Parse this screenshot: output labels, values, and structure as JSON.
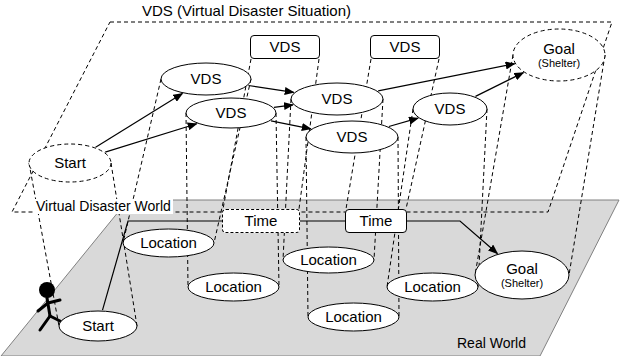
{
  "diagram": {
    "nodes": [
      {
        "text": [
          "Start"
        ]
      },
      {
        "text": [
          "VDS"
        ]
      },
      {
        "text": [
          "VDS"
        ]
      },
      {
        "text": [
          "VDS"
        ]
      },
      {
        "text": [
          "VDS"
        ]
      },
      {
        "text": [
          "VDS"
        ]
      },
      {
        "text": [
          "VDS"
        ]
      },
      {
        "text": [
          "VDS"
        ]
      },
      {
        "text": [
          "Goal",
          "(Shelter)"
        ]
      },
      {
        "text": [
          "Start"
        ]
      },
      {
        "text": [
          "Location"
        ]
      },
      {
        "text": [
          "Location"
        ]
      },
      {
        "text": [
          "Time"
        ]
      },
      {
        "text": [
          "Time"
        ]
      },
      {
        "text": [
          "Location"
        ]
      },
      {
        "text": [
          "Location"
        ]
      },
      {
        "text": [
          "Location"
        ]
      },
      {
        "text": [
          "Goal",
          "(Shelter)"
        ]
      }
    ],
    "edges": [
      {
        "from": 0,
        "to": 1,
        "arrow": "to"
      },
      {
        "from": 0,
        "to": 2,
        "arrow": "to"
      },
      {
        "from": 1,
        "to": 5,
        "arrow": "to"
      },
      {
        "from": 2,
        "to": 5,
        "arrow": "to"
      },
      {
        "from": 2,
        "to": 6,
        "arrow": "to"
      },
      {
        "from": 5,
        "to": 8,
        "arrow": "to"
      },
      {
        "from": 6,
        "to": 7,
        "arrow": "to"
      },
      {
        "from": 7,
        "to": 8,
        "arrow": "to"
      },
      {
        "from": 9,
        "to": 12,
        "arrow": "none"
      },
      {
        "from": 12,
        "to": 13,
        "arrow": "none"
      },
      {
        "from": 13,
        "to": 17,
        "arrow": "to"
      },
      {
        "from": 0,
        "to": 9,
        "arrow": "none"
      },
      {
        "from": 1,
        "to": 10,
        "arrow": "none"
      },
      {
        "from": 2,
        "to": 11,
        "arrow": "none"
      },
      {
        "from": 3,
        "to": 12,
        "arrow": "none"
      },
      {
        "from": 4,
        "to": 13,
        "arrow": "none"
      },
      {
        "from": 5,
        "to": 14,
        "arrow": "none"
      },
      {
        "from": 6,
        "to": 15,
        "arrow": "none"
      },
      {
        "from": 7,
        "to": 16,
        "arrow": "none"
      },
      {
        "from": 8,
        "to": 17,
        "arrow": "none"
      }
    ],
    "labels": [
      "VDS (Virtual Disaster Situation)",
      "Virtual Disaster World",
      "Real World"
    ]
  }
}
